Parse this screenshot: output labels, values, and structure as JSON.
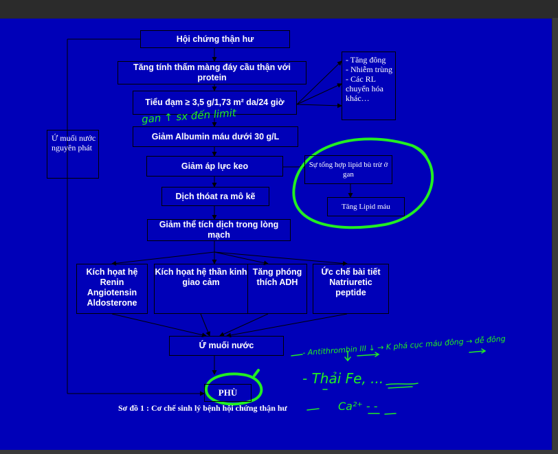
{
  "diagram": {
    "nodes": {
      "n1": "Hội chứng thận hư",
      "n2": "Tăng tính thấm màng đáy cầu thận với protein",
      "n3": "Tiểu đạm ≥ 3,5 g/1,73 m² da/24 giờ",
      "n4": "Giảm Albumin máu dưới 30 g/L",
      "n5": "Giảm áp lực keo",
      "n6": "Dịch thóat ra mô kẽ",
      "n7": "Giảm thể tích dịch trong lòng mạch",
      "n8a": "Kích họat hệ Renin Angiotensin Aldosterone",
      "n8b": "Kích họat hệ thần kinh giao cảm",
      "n8c": "Tăng phóng thích ADH",
      "n8d": "Ức chế bài tiết Natriuretic peptide",
      "n9": "Ứ muối nước",
      "n10": "PHÙ",
      "side_left": "Ứ muối nước nguyên phát",
      "side_right_1": "- Tăng đông",
      "side_right_2": "- Nhiễm trùng",
      "side_right_3": "- Các RL chuyển hóa khác…",
      "lipid_1": "Sự tổng hợp lipid bù trừ ở gan",
      "lipid_2": "Tăng Lipid máu"
    },
    "caption": "Sơ đồ 1 : Cơ chế sinh lý bệnh hội chứng thận hư"
  },
  "handwriting": {
    "note1": "gan ↑ sx đến limit",
    "note2": "- Antithrombin III ↓ → K phá cục máu đông → dễ đông",
    "note3": "- Thải Fe, ...",
    "note4": "Ca²⁺ - -"
  },
  "colors": {
    "slide_bg": "#0000b8",
    "annotation": "#22ee22"
  }
}
